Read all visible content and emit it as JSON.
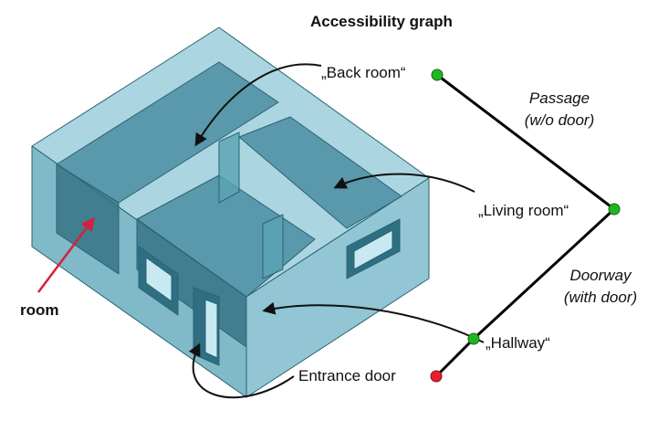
{
  "title": "Accessibility graph",
  "room_label": "room",
  "nodes": {
    "back_room": {
      "label": "„Back room“",
      "color": "#22b522"
    },
    "living_room": {
      "label": "„Living room“",
      "color": "#22b522"
    },
    "hallway": {
      "label": "„Hallway“",
      "color": "#22b522"
    },
    "entrance_door": {
      "label": "Entrance door",
      "color": "#e5202a"
    }
  },
  "edges": {
    "passage": {
      "line1": "Passage",
      "line2": "(w/o door)"
    },
    "doorway": {
      "line1": "Doorway",
      "line2": "(with door)"
    }
  },
  "colors": {
    "building_fill": "#4a93a8",
    "building_stroke": "#2a6272",
    "room_arrow": "#d4213d",
    "graph_edge": "#000000"
  }
}
